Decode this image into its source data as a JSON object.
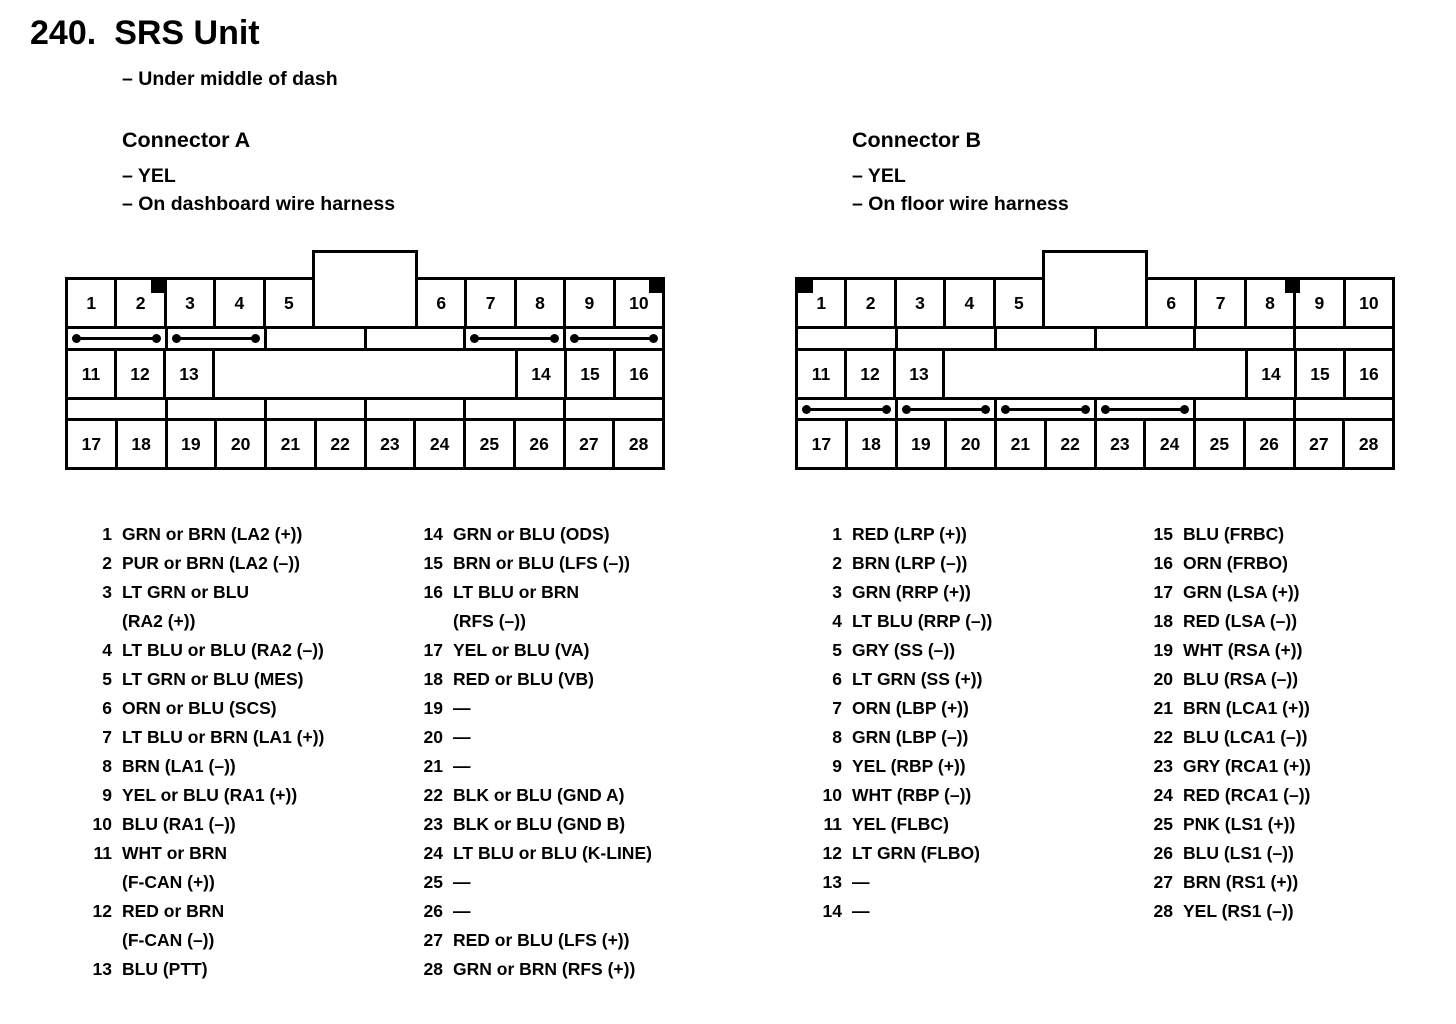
{
  "page": {
    "title_number": "240.",
    "title_name": "SRS Unit",
    "subtitle": "– Under middle of dash",
    "ink_color": "#000000",
    "paper_color": "#ffffff"
  },
  "connectors": [
    {
      "heading": "Connector A",
      "notes": [
        "– YEL",
        "– On dashboard wire harness"
      ],
      "diagram": {
        "row1_left": [
          "1",
          "2",
          "3",
          "4",
          "5"
        ],
        "row1_right": [
          "6",
          "7",
          "8",
          "9",
          "10"
        ],
        "row2_left": [
          "11",
          "12",
          "13"
        ],
        "row2_right": [
          "14",
          "15",
          "16"
        ],
        "row3": [
          "17",
          "18",
          "19",
          "20",
          "21",
          "22",
          "23",
          "24",
          "25",
          "26",
          "27",
          "28"
        ],
        "strip1": [
          "bar",
          "bar",
          "empty",
          "empty",
          "bar",
          "bar"
        ],
        "strip2": [
          "empty",
          "empty",
          "empty",
          "empty",
          "empty",
          "empty"
        ],
        "keys_x": [
          86,
          584
        ]
      },
      "pins_left": [
        {
          "num": "1",
          "lines": [
            "GRN or BRN (LA2 (+))"
          ]
        },
        {
          "num": "2",
          "lines": [
            "PUR or BRN (LA2 (–))"
          ]
        },
        {
          "num": "3",
          "lines": [
            "LT GRN or BLU",
            "(RA2 (+))"
          ]
        },
        {
          "num": "4",
          "lines": [
            "LT BLU or BLU (RA2 (–))"
          ]
        },
        {
          "num": "5",
          "lines": [
            "LT GRN or BLU (MES)"
          ]
        },
        {
          "num": "6",
          "lines": [
            "ORN or BLU (SCS)"
          ]
        },
        {
          "num": "7",
          "lines": [
            "LT BLU or BRN (LA1 (+))"
          ]
        },
        {
          "num": "8",
          "lines": [
            "BRN (LA1 (–))"
          ]
        },
        {
          "num": "9",
          "lines": [
            "YEL or BLU (RA1 (+))"
          ]
        },
        {
          "num": "10",
          "lines": [
            "BLU (RA1 (–))"
          ]
        },
        {
          "num": "11",
          "lines": [
            "WHT or BRN",
            "(F-CAN (+))"
          ]
        },
        {
          "num": "12",
          "lines": [
            "RED or BRN",
            "(F-CAN (–))"
          ]
        },
        {
          "num": "13",
          "lines": [
            "BLU (PTT)"
          ]
        }
      ],
      "pins_right": [
        {
          "num": "14",
          "lines": [
            "GRN or BLU (ODS)"
          ]
        },
        {
          "num": "15",
          "lines": [
            "BRN or BLU (LFS (–))"
          ]
        },
        {
          "num": "16",
          "lines": [
            "LT BLU or BRN",
            "(RFS (–))"
          ]
        },
        {
          "num": "17",
          "lines": [
            "YEL or BLU (VA)"
          ]
        },
        {
          "num": "18",
          "lines": [
            "RED or BLU (VB)"
          ]
        },
        {
          "num": "19",
          "lines": [
            "—"
          ]
        },
        {
          "num": "20",
          "lines": [
            "—"
          ]
        },
        {
          "num": "21",
          "lines": [
            "—"
          ]
        },
        {
          "num": "22",
          "lines": [
            "BLK or BLU (GND A)"
          ]
        },
        {
          "num": "23",
          "lines": [
            "BLK or BLU (GND B)"
          ]
        },
        {
          "num": "24",
          "lines": [
            "LT BLU or BLU (K-LINE)"
          ]
        },
        {
          "num": "25",
          "lines": [
            "—"
          ]
        },
        {
          "num": "26",
          "lines": [
            "—"
          ]
        },
        {
          "num": "27",
          "lines": [
            "RED or BLU (LFS (+))"
          ]
        },
        {
          "num": "28",
          "lines": [
            "GRN or BRN (RFS (+))"
          ]
        }
      ]
    },
    {
      "heading": "Connector B",
      "notes": [
        "– YEL",
        "– On floor wire harness"
      ],
      "diagram": {
        "row1_left": [
          "1",
          "2",
          "3",
          "4",
          "5"
        ],
        "row1_right": [
          "6",
          "7",
          "8",
          "9",
          "10"
        ],
        "row2_left": [
          "11",
          "12",
          "13"
        ],
        "row2_right": [
          "14",
          "15",
          "16"
        ],
        "row3": [
          "17",
          "18",
          "19",
          "20",
          "21",
          "22",
          "23",
          "24",
          "25",
          "26",
          "27",
          "28"
        ],
        "strip1": [
          "empty",
          "empty",
          "empty",
          "empty",
          "empty",
          "empty"
        ],
        "strip2": [
          "bar",
          "bar",
          "bar",
          "bar",
          "empty",
          "empty"
        ],
        "keys_x": [
          3,
          490
        ]
      },
      "pins_left": [
        {
          "num": "1",
          "lines": [
            "RED (LRP (+))"
          ]
        },
        {
          "num": "2",
          "lines": [
            "BRN (LRP (–))"
          ]
        },
        {
          "num": "3",
          "lines": [
            "GRN (RRP (+))"
          ]
        },
        {
          "num": "4",
          "lines": [
            "LT BLU (RRP (–))"
          ]
        },
        {
          "num": "5",
          "lines": [
            "GRY (SS (–))"
          ]
        },
        {
          "num": "6",
          "lines": [
            "LT GRN (SS (+))"
          ]
        },
        {
          "num": "7",
          "lines": [
            "ORN (LBP (+))"
          ]
        },
        {
          "num": "8",
          "lines": [
            "GRN (LBP (–))"
          ]
        },
        {
          "num": "9",
          "lines": [
            "YEL (RBP (+))"
          ]
        },
        {
          "num": "10",
          "lines": [
            "WHT (RBP (–))"
          ]
        },
        {
          "num": "11",
          "lines": [
            "YEL (FLBC)"
          ]
        },
        {
          "num": "12",
          "lines": [
            "LT GRN (FLBO)"
          ]
        },
        {
          "num": "13",
          "lines": [
            "—"
          ]
        },
        {
          "num": "14",
          "lines": [
            "—"
          ]
        }
      ],
      "pins_right": [
        {
          "num": "15",
          "lines": [
            "BLU (FRBC)"
          ]
        },
        {
          "num": "16",
          "lines": [
            "ORN (FRBO)"
          ]
        },
        {
          "num": "17",
          "lines": [
            "GRN (LSA (+))"
          ]
        },
        {
          "num": "18",
          "lines": [
            "RED (LSA (–))"
          ]
        },
        {
          "num": "19",
          "lines": [
            "WHT (RSA (+))"
          ]
        },
        {
          "num": "20",
          "lines": [
            "BLU (RSA (–))"
          ]
        },
        {
          "num": "21",
          "lines": [
            "BRN (LCA1 (+))"
          ]
        },
        {
          "num": "22",
          "lines": [
            "BLU (LCA1 (–))"
          ]
        },
        {
          "num": "23",
          "lines": [
            "GRY (RCA1 (+))"
          ]
        },
        {
          "num": "24",
          "lines": [
            "RED (RCA1 (–))"
          ]
        },
        {
          "num": "25",
          "lines": [
            "PNK (LS1 (+))"
          ]
        },
        {
          "num": "26",
          "lines": [
            "BLU (LS1 (–))"
          ]
        },
        {
          "num": "27",
          "lines": [
            "BRN (RS1 (+))"
          ]
        },
        {
          "num": "28",
          "lines": [
            "YEL (RS1 (–))"
          ]
        }
      ]
    }
  ]
}
